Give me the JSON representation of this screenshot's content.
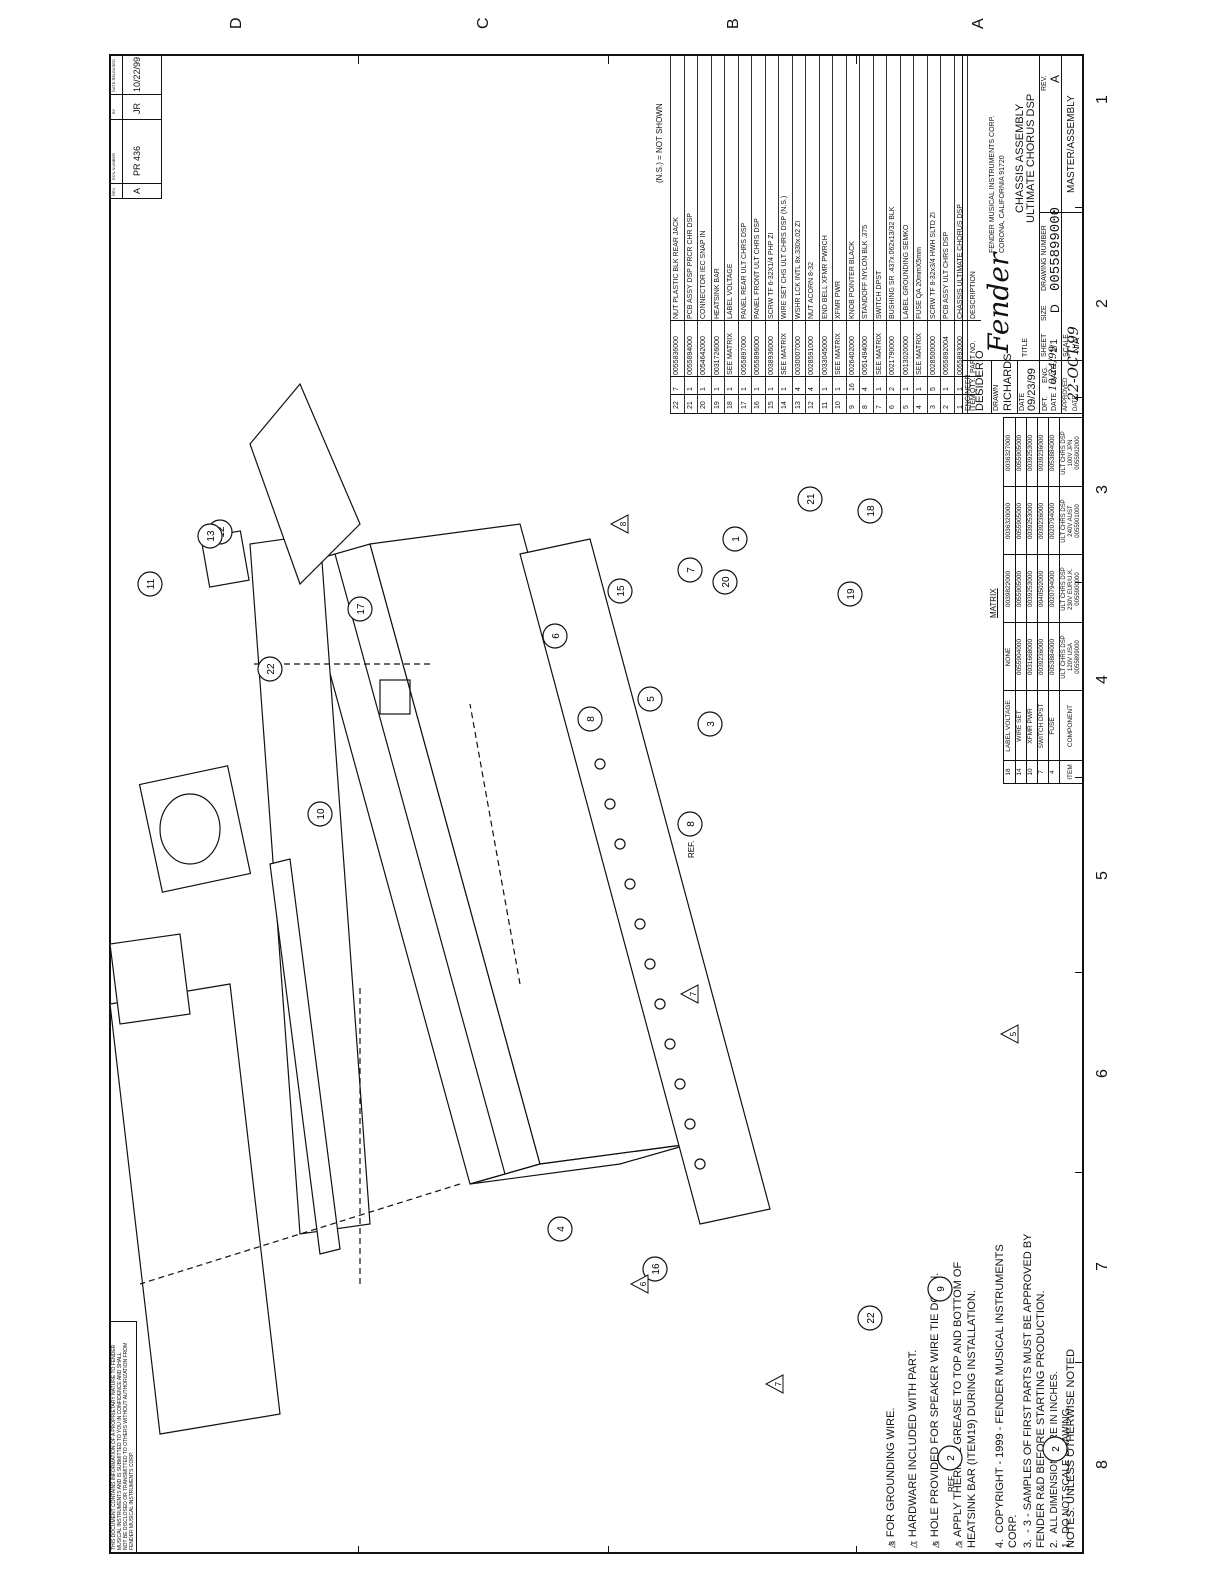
{
  "border_zones": {
    "top": [
      "8",
      "7",
      "6",
      "5",
      "4",
      "3",
      "2",
      "1"
    ],
    "right": [
      "D",
      "C",
      "B",
      "A"
    ]
  },
  "proprietary_notice": [
    "THIS DOCUMENT CONTAINS INFORMATION OF A PROPRIETARY NATURE TO FENDER",
    "MUSICAL INSTRUMENTS AND IS SUBMITTED TO YOU IN CONFIDENCE AND SHALL",
    "NOT BE DISCLOSED OR TRANSMITTED TO OTHERS WITHOUT AUTHORIZATION FROM",
    "FENDER MUSICAL INSTRUMENTS CORP."
  ],
  "revision_block": {
    "headers": [
      "REV",
      "ECN NUMBER",
      "BY",
      "DATE RELEASED"
    ],
    "row": [
      "A",
      "PR 436",
      "JR",
      "10/22/99"
    ]
  },
  "notes": [
    {
      "marker": "8",
      "flag": true,
      "text": "FOR GROUNDING WIRE."
    },
    {
      "marker": "7",
      "flag": true,
      "text": "HARDWARE INCLUDED WITH PART."
    },
    {
      "marker": "6",
      "flag": true,
      "text": "HOLE PROVIDED FOR SPEAKER WIRE TIE DOWN."
    },
    {
      "marker": "5",
      "flag": true,
      "text": "APPLY THERMAL GREASE TO TOP AND BOTTOM OF HEATSINK BAR (ITEM19) DURING INSTALLATION."
    },
    {
      "marker": "4.",
      "flag": false,
      "text": "COPYRIGHT - 1999 - FENDER MUSICAL INSTRUMENTS CORP."
    },
    {
      "marker": "3.",
      "flag": false,
      "text": "- 3 - SAMPLES OF FIRST PARTS MUST BE APPROVED BY FENDER R&D BEFORE STARTING PRODUCTION."
    },
    {
      "marker": "2.",
      "flag": false,
      "text": "ALL DIMENSIONS ARE IN INCHES."
    },
    {
      "marker": "1.",
      "flag": false,
      "text": "DO NOT SCALE DRAWING."
    }
  ],
  "notes_footer": "NOTES: UNLESS OTHERWISE NOTED",
  "bom": {
    "not_shown_note": "(N.S.) = NOT SHOWN",
    "rows": [
      {
        "item": "22",
        "qty": "7",
        "part": "0055836000",
        "desc": "NUT PLASTIC BLK REAR JACK"
      },
      {
        "item": "21",
        "qty": "1",
        "part": "0055894000",
        "desc": "PCB ASSY DSP PRCR CHR DSP"
      },
      {
        "item": "20",
        "qty": "1",
        "part": "0054642000",
        "desc": "CONNECTOR IEC SNAP IN"
      },
      {
        "item": "19",
        "qty": "1",
        "part": "0031726000",
        "desc": "HEATSINK BAR"
      },
      {
        "item": "18",
        "qty": "1",
        "part": "SEE MATRIX",
        "desc": "LABEL VOLTAGE"
      },
      {
        "item": "17",
        "qty": "1",
        "part": "0055897000",
        "desc": "PANEL REAR ULT CHRS DSP"
      },
      {
        "item": "16",
        "qty": "1",
        "part": "0055896000",
        "desc": "PANEL FRONT ULT CHRS DSP"
      },
      {
        "item": "15",
        "qty": "1",
        "part": "0038936000",
        "desc": "SCRW TF 6-32X1/4 PHP ZI"
      },
      {
        "item": "14",
        "qty": "1",
        "part": "SEE MATRIX",
        "desc": "WIRE SET CHS ULT CHRS DSP (N.S.)"
      },
      {
        "item": "13",
        "qty": "4",
        "part": "0030007000",
        "desc": "WSHR LCK INTL 8x.330x.02 ZI"
      },
      {
        "item": "12",
        "qty": "4",
        "part": "0028591000",
        "desc": "NUT ACORN 8-32"
      },
      {
        "item": "11",
        "qty": "1",
        "part": "0033045000",
        "desc": "END BELL XFMR PWRCH"
      },
      {
        "item": "10",
        "qty": "1",
        "part": "SEE MATRIX",
        "desc": "XFMR PWR"
      },
      {
        "item": "9",
        "qty": "16",
        "part": "0026402000",
        "desc": "KNOB POINTER BLACK"
      },
      {
        "item": "8",
        "qty": "4",
        "part": "0051494000",
        "desc": "STANDOFF NYLON BLK .375"
      },
      {
        "item": "7",
        "qty": "1",
        "part": "SEE MATRIX",
        "desc": "SWITCH DPST"
      },
      {
        "item": "6",
        "qty": "2",
        "part": "0021790000",
        "desc": "BUSHING SR .437x.062x13/32 BLK"
      },
      {
        "item": "5",
        "qty": "1",
        "part": "0013020000",
        "desc": "LABEL GROUNDING SEMKO"
      },
      {
        "item": "4",
        "qty": "1",
        "part": "SEE MATRIX",
        "desc": "FUSE QA 20mmX5mm"
      },
      {
        "item": "3",
        "qty": "5",
        "part": "0028500000",
        "desc": "SCRW TF 8-32x3/4 HWH SLTD ZI"
      },
      {
        "item": "2",
        "qty": "1",
        "part": "0055892004",
        "desc": "PCB ASSY ULT CHRS DSP"
      },
      {
        "item": "1",
        "qty": "1",
        "part": "0055893000",
        "desc": "CHASSIS ULTIMATE CHORUS DSP"
      }
    ],
    "headers": {
      "item": "ITEM",
      "qty": "QTY.",
      "part": "PART NO.",
      "desc": "DESCRIPTION"
    }
  },
  "signatures": {
    "engineer_label": "ENGINEER",
    "engineer": "DESIDERIO",
    "drawn_label": "DRAWN",
    "drawn": "RICHARDS",
    "date_label": "DATE",
    "date": "09/23/99",
    "dft_label": "DFT.",
    "eng_label": "ENG.",
    "date_col1": "DATE",
    "date_col2": "DATE",
    "date_handwritten": "10/24/99",
    "approved_label": "APPROVED",
    "approved_date_label": "DATE",
    "approved_date": "22-OCT-99"
  },
  "company": {
    "logo": "Fender",
    "name": "FENDER MUSICAL INSTRUMENTS CORP.",
    "city": "CORONA, CALIFORNIA 91720"
  },
  "title_block": {
    "title_label": "TITLE",
    "title_line1": "CHASSIS ASSEMBLY",
    "title_line2": "ULTIMATE CHORUS DSP",
    "sheet_label": "SHEET",
    "sheet": "1/1",
    "size_label": "SIZE",
    "size": "D",
    "dwg_label": "DRAWING NUMBER",
    "dwg": "0055899000",
    "rev_label": "REV.",
    "rev": "A",
    "scale_label": "SCALE",
    "scale": "N/A",
    "type": "MASTER/ASSEMBLY"
  },
  "matrix": {
    "title": "MATRIX",
    "item_header": "ITEM",
    "component_header": "COMPONENT",
    "rows": [
      {
        "item": "18",
        "component": "LABEL VOLTAGE",
        "values": [
          "NONE",
          "0039822000",
          "0036320000",
          "0036327000"
        ]
      },
      {
        "item": "14",
        "component": "WIRE SET",
        "values": [
          "0055904000",
          "0055905000",
          "0055905000",
          "0055905000"
        ]
      },
      {
        "item": "10",
        "component": "XFMR PWR",
        "values": [
          "0031668000",
          "0039253000",
          "0039253000",
          "0039253000"
        ]
      },
      {
        "item": "7",
        "component": "SWITCH DPST",
        "values": [
          "0039236000",
          "0040502000",
          "0039236000",
          "0039236000"
        ]
      },
      {
        "item": "4",
        "component": "FUSE",
        "values": [
          "0053884000",
          "0020794000",
          "0020794000",
          "0053884000"
        ]
      }
    ],
    "columns": [
      {
        "line1": "ULT CHRS DSP",
        "line2": "120V USA",
        "part": "0055899000"
      },
      {
        "line1": "ULT CHRS DSP",
        "line2": "230V EUR/U.K.",
        "part": "0055900000"
      },
      {
        "line1": "ULT CHRS DSP",
        "line2": "240V AUST",
        "part": "0055901000"
      },
      {
        "line1": "ULT CHRS DSP",
        "line2": "100V JPN",
        "part": "0055902000"
      }
    ]
  },
  "callouts": [
    {
      "n": "1"
    },
    {
      "n": "2"
    },
    {
      "n": "2",
      "ref": "REF."
    },
    {
      "n": "3"
    },
    {
      "n": "4"
    },
    {
      "n": "5"
    },
    {
      "n": "6"
    },
    {
      "n": "7"
    },
    {
      "n": "8"
    },
    {
      "n": "8",
      "ref": "REF."
    },
    {
      "n": "9"
    },
    {
      "n": "10"
    },
    {
      "n": "11"
    },
    {
      "n": "12"
    },
    {
      "n": "13"
    },
    {
      "n": "15"
    },
    {
      "n": "16"
    },
    {
      "n": "17"
    },
    {
      "n": "18"
    },
    {
      "n": "19"
    },
    {
      "n": "20"
    },
    {
      "n": "21"
    },
    {
      "n": "22"
    },
    {
      "n": "22"
    }
  ],
  "note_flags": [
    "5",
    "6",
    "7",
    "7",
    "8"
  ]
}
